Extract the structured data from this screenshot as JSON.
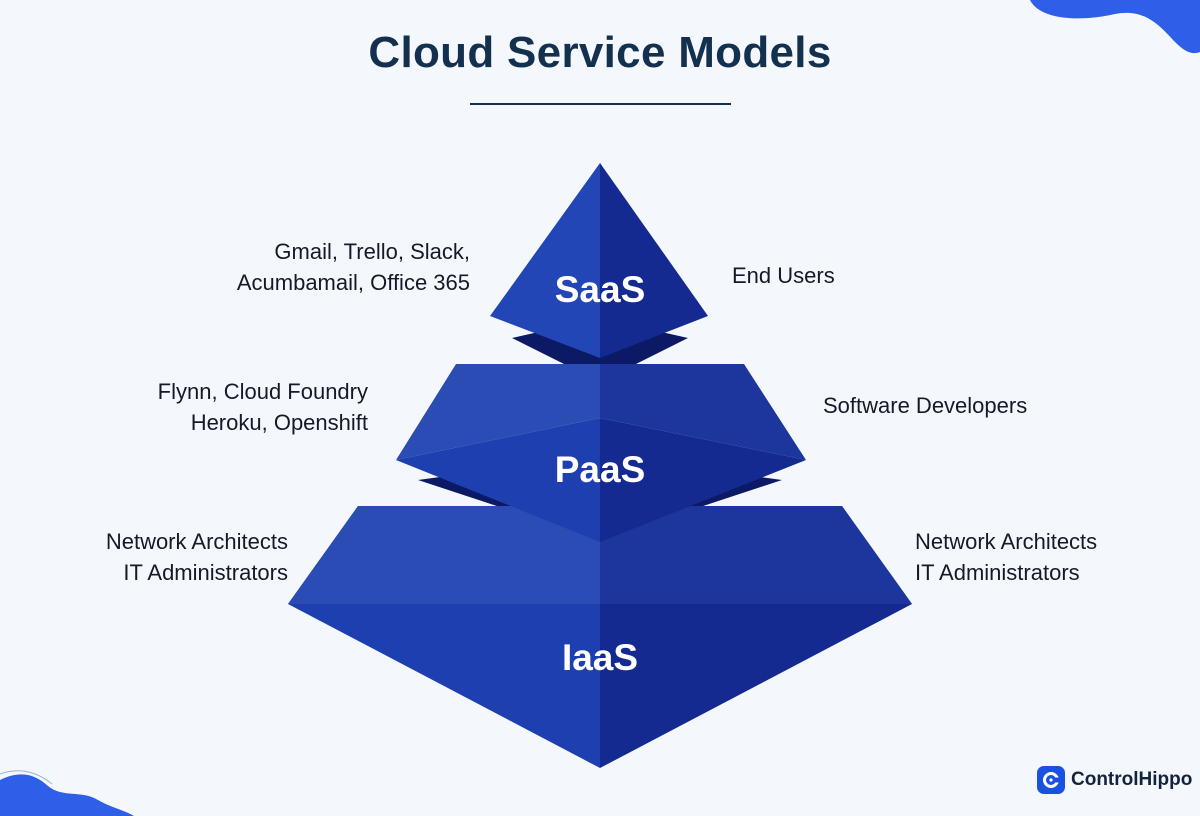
{
  "title": "Cloud Service Models",
  "tiers": [
    {
      "id": "saas",
      "label": "SaaS",
      "examples": [
        "Gmail, Trello, Slack,",
        "Acumbamail, Office 365"
      ],
      "audience": [
        "End Users"
      ]
    },
    {
      "id": "paas",
      "label": "PaaS",
      "examples": [
        "Flynn, Cloud Foundry",
        "Heroku, Openshift"
      ],
      "audience": [
        "Software Developers"
      ]
    },
    {
      "id": "iaas",
      "label": "IaaS",
      "examples": [
        "Network Architects",
        "IT Administrators"
      ],
      "audience": [
        "Network Architects",
        "IT Administrators"
      ]
    }
  ],
  "brand": {
    "name": "ControlHippo",
    "icon": "controlhippo-logo-icon"
  },
  "colors": {
    "title": "#14304f",
    "pyramid_light": "#1f43b0",
    "pyramid_dark": "#13298f",
    "shadow": "#0c1a66",
    "accent": "#1b51e0"
  }
}
